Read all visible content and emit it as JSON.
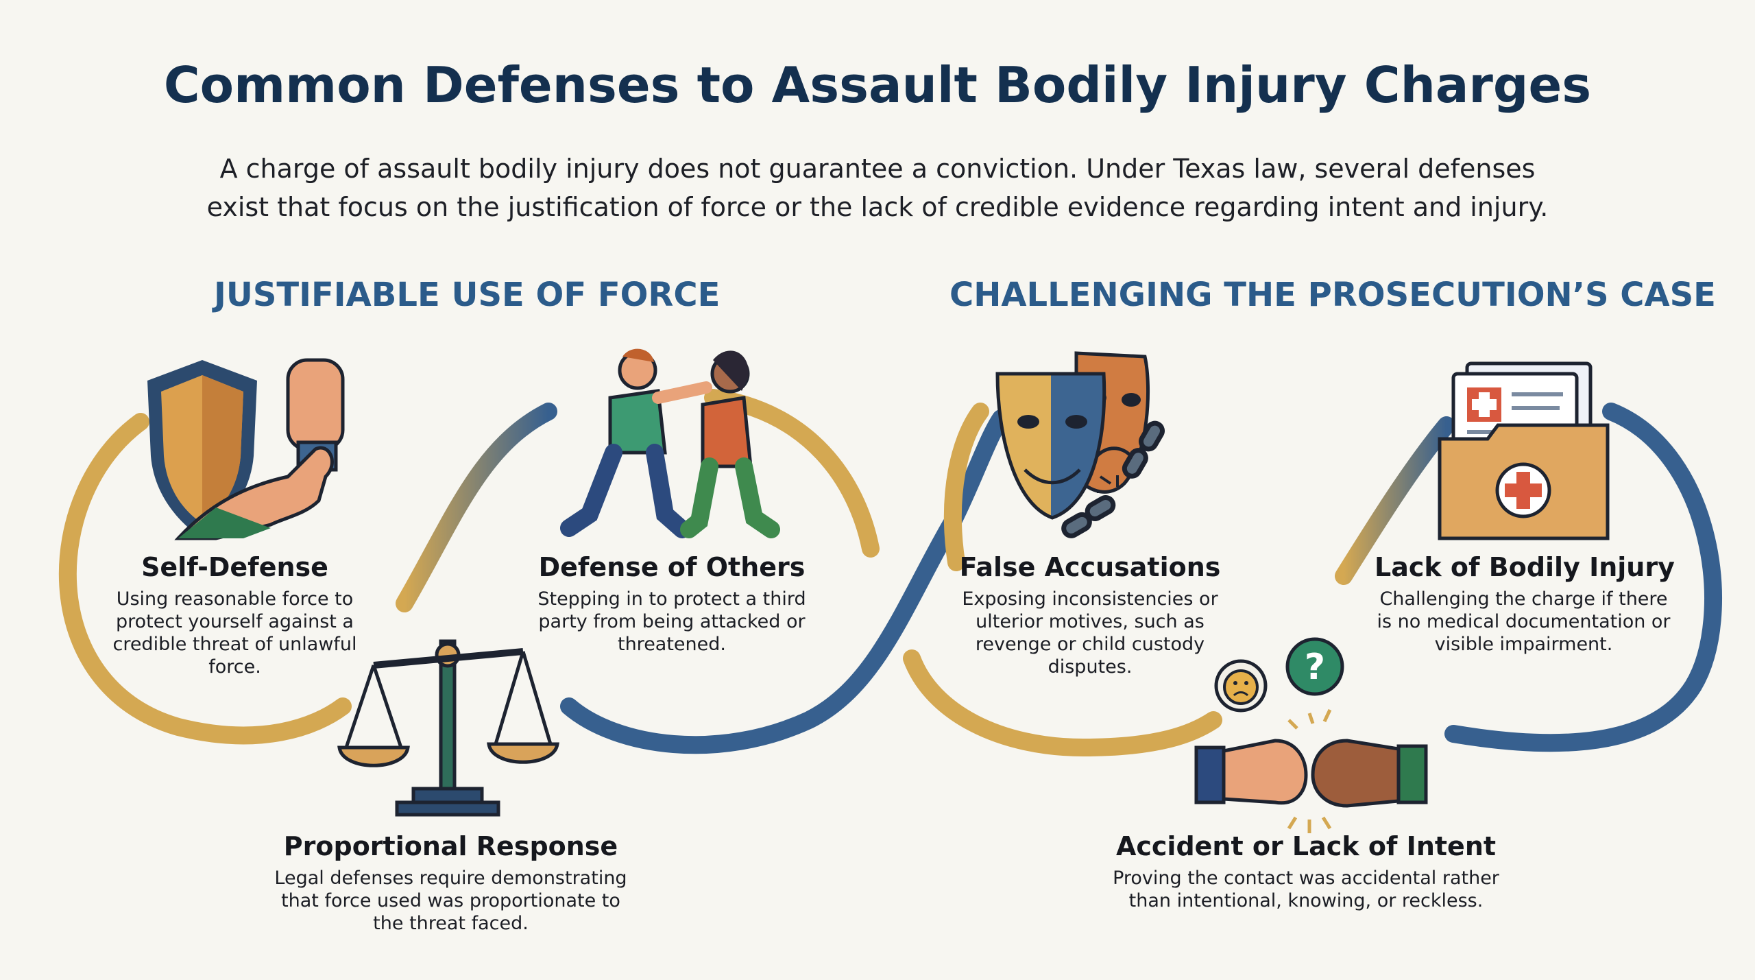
{
  "title": "Common Defenses to Assault Bodily Injury Charges",
  "subtitle": "A charge of assault bodily injury does not guarantee a conviction. Under Texas law, several defenses exist that focus on the justification of force or the lack of credible evidence regarding intent and injury.",
  "sections": [
    {
      "heading": "JUSTIFIABLE USE OF FORCE"
    },
    {
      "heading": "CHALLENGING THE PROSECUTION’S CASE"
    }
  ],
  "defenses": [
    {
      "title": "Self-Defense",
      "description": "Using reasonable force to protect yourself against a credible threat of unlawful force.",
      "icon": "shield-hand-icon"
    },
    {
      "title": "Defense of Others",
      "description": "Stepping in to protect a third party from being attacked or threatened.",
      "icon": "people-fighting-icon"
    },
    {
      "title": "Proportional Response",
      "description": "Legal defenses require demonstrating that force used was proportionate to the threat faced.",
      "icon": "scales-of-justice-icon"
    },
    {
      "title": "False Accusations",
      "description": "Exposing inconsistencies or ulterior motives, such as revenge or child custody disputes.",
      "icon": "theater-masks-broken-chain-icon"
    },
    {
      "title": "Accident or Lack of Intent",
      "description": "Proving the contact was accidental rather than intentional, knowing, or reckless.",
      "icon": "fist-bump-question-icon"
    },
    {
      "title": "Lack of Bodily Injury",
      "description": "Challenging the charge if there is no medical documentation or visible impairment.",
      "icon": "medical-folder-icon"
    }
  ],
  "colors": {
    "gold": "#d4a852",
    "blue": "#37608f",
    "title": "#14304f",
    "heading": "#2b5b8a"
  }
}
